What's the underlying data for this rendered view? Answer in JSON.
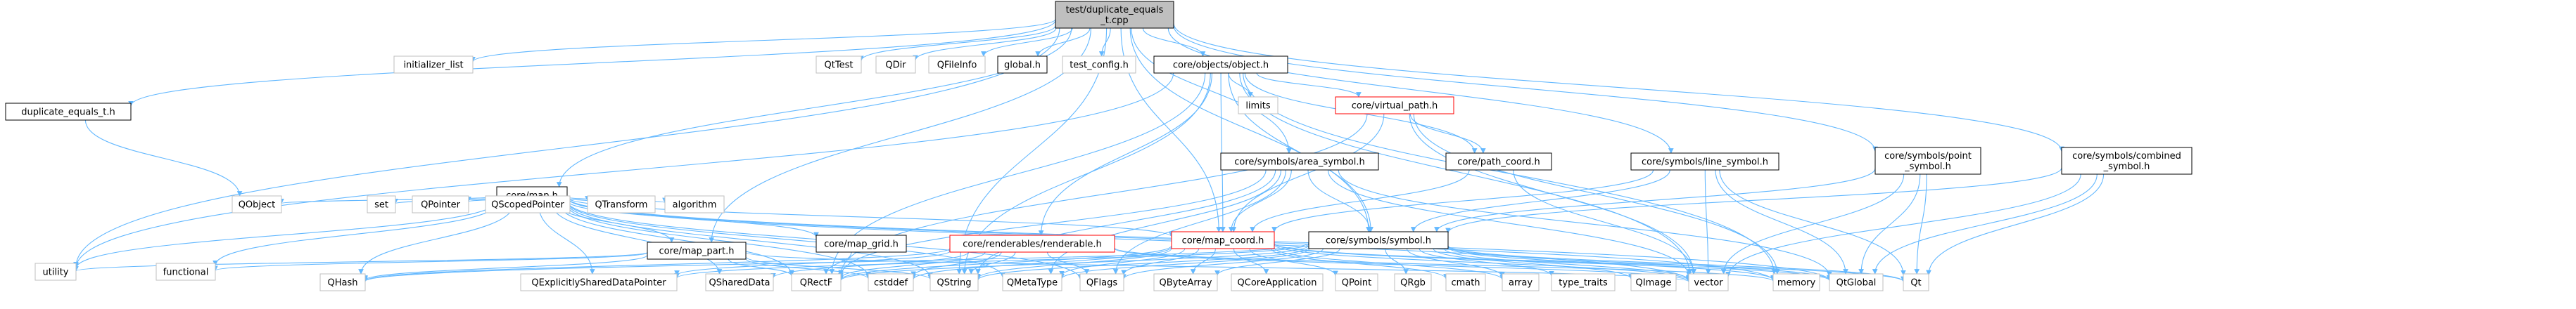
{
  "nodes": {
    "root": {
      "lines": [
        "test/duplicate_equals",
        "_t.cpp"
      ],
      "style": "root"
    },
    "duplicate_equals_t_h": {
      "lines": [
        "duplicate_equals_t.h"
      ],
      "style": "box"
    },
    "initializer_list": {
      "lines": [
        "initializer_list"
      ],
      "style": "ext"
    },
    "QtTest": {
      "lines": [
        "QtTest"
      ],
      "style": "ext"
    },
    "QDir": {
      "lines": [
        "QDir"
      ],
      "style": "ext"
    },
    "QFileInfo": {
      "lines": [
        "QFileInfo"
      ],
      "style": "ext"
    },
    "global_h": {
      "lines": [
        "global.h"
      ],
      "style": "box"
    },
    "test_config_h": {
      "lines": [
        "test_config.h"
      ],
      "style": "ext"
    },
    "object_h": {
      "lines": [
        "core/objects/object.h"
      ],
      "style": "box"
    },
    "limits": {
      "lines": [
        "limits"
      ],
      "style": "ext"
    },
    "virtual_path_h": {
      "lines": [
        "core/virtual_path.h"
      ],
      "style": "red"
    },
    "path_coord_h": {
      "lines": [
        "core/path_coord.h"
      ],
      "style": "box"
    },
    "map_h": {
      "lines": [
        "core/map.h"
      ],
      "style": "box"
    },
    "area_symbol_h": {
      "lines": [
        "core/symbols/area_symbol.h"
      ],
      "style": "box"
    },
    "line_symbol_h": {
      "lines": [
        "core/symbols/line_symbol.h"
      ],
      "style": "box"
    },
    "point_symbol_h": {
      "lines": [
        "core/symbols/point",
        "_symbol.h"
      ],
      "style": "box"
    },
    "combined_symbol_h": {
      "lines": [
        "core/symbols/combined",
        "_symbol.h"
      ],
      "style": "box"
    },
    "QObject": {
      "lines": [
        "QObject"
      ],
      "style": "ext"
    },
    "set": {
      "lines": [
        "set"
      ],
      "style": "ext"
    },
    "QPointer": {
      "lines": [
        "QPointer"
      ],
      "style": "ext"
    },
    "QScopedPointer": {
      "lines": [
        "QScopedPointer"
      ],
      "style": "ext"
    },
    "QTransform": {
      "lines": [
        "QTransform"
      ],
      "style": "ext"
    },
    "algorithm": {
      "lines": [
        "algorithm"
      ],
      "style": "ext"
    },
    "map_part_h": {
      "lines": [
        "core/map_part.h"
      ],
      "style": "box"
    },
    "map_grid_h": {
      "lines": [
        "core/map_grid.h"
      ],
      "style": "box"
    },
    "renderable_h": {
      "lines": [
        "core/renderables/renderable.h"
      ],
      "style": "red"
    },
    "map_coord_h": {
      "lines": [
        "core/map_coord.h"
      ],
      "style": "red"
    },
    "symbol_h": {
      "lines": [
        "core/symbols/symbol.h"
      ],
      "style": "box"
    },
    "utility": {
      "lines": [
        "utility"
      ],
      "style": "ext"
    },
    "functional": {
      "lines": [
        "functional"
      ],
      "style": "ext"
    },
    "QHash": {
      "lines": [
        "QHash"
      ],
      "style": "ext"
    },
    "QExplicitlySharedDataPointer": {
      "lines": [
        "QExplicitlySharedDataPointer"
      ],
      "style": "ext"
    },
    "QSharedData": {
      "lines": [
        "QSharedData"
      ],
      "style": "ext"
    },
    "QRectF": {
      "lines": [
        "QRectF"
      ],
      "style": "ext"
    },
    "cstddef": {
      "lines": [
        "cstddef"
      ],
      "style": "ext"
    },
    "QString": {
      "lines": [
        "QString"
      ],
      "style": "ext"
    },
    "QMetaType": {
      "lines": [
        "QMetaType"
      ],
      "style": "ext"
    },
    "QFlags": {
      "lines": [
        "QFlags"
      ],
      "style": "ext"
    },
    "QByteArray": {
      "lines": [
        "QByteArray"
      ],
      "style": "ext"
    },
    "QCoreApplication": {
      "lines": [
        "QCoreApplication"
      ],
      "style": "ext"
    },
    "QPoint": {
      "lines": [
        "QPoint"
      ],
      "style": "ext"
    },
    "QRgb": {
      "lines": [
        "QRgb"
      ],
      "style": "ext"
    },
    "cmath": {
      "lines": [
        "cmath"
      ],
      "style": "ext"
    },
    "array": {
      "lines": [
        "array"
      ],
      "style": "ext"
    },
    "type_traits": {
      "lines": [
        "type_traits"
      ],
      "style": "ext"
    },
    "QImage": {
      "lines": [
        "QImage"
      ],
      "style": "ext"
    },
    "vector": {
      "lines": [
        "vector"
      ],
      "style": "ext"
    },
    "memory": {
      "lines": [
        "memory"
      ],
      "style": "ext"
    },
    "QtGlobal": {
      "lines": [
        "QtGlobal"
      ],
      "style": "ext"
    },
    "Qt": {
      "lines": [
        "Qt"
      ],
      "style": "ext"
    }
  },
  "edges": [
    [
      "root",
      "duplicate_equals_t_h"
    ],
    [
      "root",
      "initializer_list"
    ],
    [
      "root",
      "QtTest"
    ],
    [
      "root",
      "QDir"
    ],
    [
      "root",
      "QFileInfo"
    ],
    [
      "root",
      "global_h"
    ],
    [
      "root",
      "test_config_h"
    ],
    [
      "root",
      "object_h"
    ],
    [
      "root",
      "map_h"
    ],
    [
      "root",
      "area_symbol_h"
    ],
    [
      "root",
      "line_symbol_h"
    ],
    [
      "root",
      "point_symbol_h"
    ],
    [
      "root",
      "combined_symbol_h"
    ],
    [
      "root",
      "map_part_h"
    ],
    [
      "root",
      "QString"
    ],
    [
      "root",
      "symbol_h"
    ],
    [
      "root",
      "map_coord_h"
    ],
    [
      "root",
      "utility"
    ],
    [
      "duplicate_equals_t_h",
      "QObject"
    ],
    [
      "object_h",
      "limits"
    ],
    [
      "object_h",
      "virtual_path_h"
    ],
    [
      "object_h",
      "path_coord_h"
    ],
    [
      "object_h",
      "map_coord_h"
    ],
    [
      "object_h",
      "renderable_h"
    ],
    [
      "object_h",
      "symbol_h"
    ],
    [
      "object_h",
      "QRectF"
    ],
    [
      "object_h",
      "QString"
    ],
    [
      "object_h",
      "vector"
    ],
    [
      "object_h",
      "memory"
    ],
    [
      "object_h",
      "utility"
    ],
    [
      "virtual_path_h",
      "path_coord_h"
    ],
    [
      "virtual_path_h",
      "map_coord_h"
    ],
    [
      "virtual_path_h",
      "QRectF"
    ],
    [
      "virtual_path_h",
      "vector"
    ],
    [
      "virtual_path_h",
      "memory"
    ],
    [
      "path_coord_h",
      "map_coord_h"
    ],
    [
      "path_coord_h",
      "vector"
    ],
    [
      "map_h",
      "QObject"
    ],
    [
      "map_h",
      "set"
    ],
    [
      "map_h",
      "QPointer"
    ],
    [
      "map_h",
      "QScopedPointer"
    ],
    [
      "map_h",
      "QTransform"
    ],
    [
      "map_h",
      "algorithm"
    ],
    [
      "map_h",
      "map_part_h"
    ],
    [
      "map_h",
      "map_grid_h"
    ],
    [
      "map_h",
      "map_coord_h"
    ],
    [
      "map_h",
      "utility"
    ],
    [
      "map_h",
      "functional"
    ],
    [
      "map_h",
      "QHash"
    ],
    [
      "map_h",
      "QExplicitlySharedDataPointer"
    ],
    [
      "map_h",
      "QSharedData"
    ],
    [
      "map_h",
      "QRectF"
    ],
    [
      "map_h",
      "cstddef"
    ],
    [
      "map_h",
      "QString"
    ],
    [
      "map_h",
      "vector"
    ],
    [
      "map_h",
      "QMetaType"
    ],
    [
      "map_h",
      "QFlags"
    ],
    [
      "map_h",
      "memory"
    ],
    [
      "map_h",
      "QtGlobal"
    ],
    [
      "map_part_h",
      "utility"
    ],
    [
      "map_part_h",
      "functional"
    ],
    [
      "map_part_h",
      "QHash"
    ],
    [
      "map_part_h",
      "QRectF"
    ],
    [
      "map_part_h",
      "cstddef"
    ],
    [
      "map_part_h",
      "QString"
    ],
    [
      "map_part_h",
      "vector"
    ],
    [
      "map_grid_h",
      "QRectF"
    ],
    [
      "area_symbol_h",
      "symbol_h"
    ],
    [
      "area_symbol_h",
      "QRectF"
    ],
    [
      "area_symbol_h",
      "QString"
    ],
    [
      "area_symbol_h",
      "vector"
    ],
    [
      "area_symbol_h",
      "QFlags"
    ],
    [
      "area_symbol_h",
      "QMetaType"
    ],
    [
      "area_symbol_h",
      "QtGlobal"
    ],
    [
      "area_symbol_h",
      "map_coord_h"
    ],
    [
      "line_symbol_h",
      "symbol_h"
    ],
    [
      "line_symbol_h",
      "vector"
    ],
    [
      "line_symbol_h",
      "QtGlobal"
    ],
    [
      "line_symbol_h",
      "Qt"
    ],
    [
      "line_symbol_h",
      "map_coord_h"
    ],
    [
      "point_symbol_h",
      "symbol_h"
    ],
    [
      "point_symbol_h",
      "vector"
    ],
    [
      "point_symbol_h",
      "QtGlobal"
    ],
    [
      "point_symbol_h",
      "Qt"
    ],
    [
      "combined_symbol_h",
      "symbol_h"
    ],
    [
      "combined_symbol_h",
      "vector"
    ],
    [
      "combined_symbol_h",
      "QtGlobal"
    ],
    [
      "combined_symbol_h",
      "Qt"
    ],
    [
      "renderable_h",
      "QRectF"
    ],
    [
      "renderable_h",
      "QString"
    ],
    [
      "renderable_h",
      "QFlags"
    ],
    [
      "renderable_h",
      "QHash"
    ],
    [
      "renderable_h",
      "QSharedData"
    ],
    [
      "renderable_h",
      "QExplicitlySharedDataPointer"
    ],
    [
      "renderable_h",
      "cstddef"
    ],
    [
      "renderable_h",
      "vector"
    ],
    [
      "renderable_h",
      "memory"
    ],
    [
      "map_coord_h",
      "QRectF"
    ],
    [
      "map_coord_h",
      "QString"
    ],
    [
      "map_coord_h",
      "QMetaType"
    ],
    [
      "map_coord_h",
      "QFlags"
    ],
    [
      "map_coord_h",
      "QByteArray"
    ],
    [
      "map_coord_h",
      "QCoreApplication"
    ],
    [
      "map_coord_h",
      "QPoint"
    ],
    [
      "map_coord_h",
      "cmath"
    ],
    [
      "map_coord_h",
      "array"
    ],
    [
      "map_coord_h",
      "QtGlobal"
    ],
    [
      "map_coord_h",
      "Qt"
    ],
    [
      "map_coord_h",
      "cstddef"
    ],
    [
      "map_coord_h",
      "vector"
    ],
    [
      "symbol_h",
      "QRectF"
    ],
    [
      "symbol_h",
      "QString"
    ],
    [
      "symbol_h",
      "QFlags"
    ],
    [
      "symbol_h",
      "QHash"
    ],
    [
      "symbol_h",
      "QByteArray"
    ],
    [
      "symbol_h",
      "QRgb"
    ],
    [
      "symbol_h",
      "array"
    ],
    [
      "symbol_h",
      "type_traits"
    ],
    [
      "symbol_h",
      "QImage"
    ],
    [
      "symbol_h",
      "vector"
    ],
    [
      "symbol_h",
      "memory"
    ],
    [
      "symbol_h",
      "QtGlobal"
    ],
    [
      "symbol_h",
      "Qt"
    ],
    [
      "symbol_h",
      "QMetaType"
    ],
    [
      "symbol_h",
      "QExplicitlySharedDataPointer"
    ]
  ]
}
